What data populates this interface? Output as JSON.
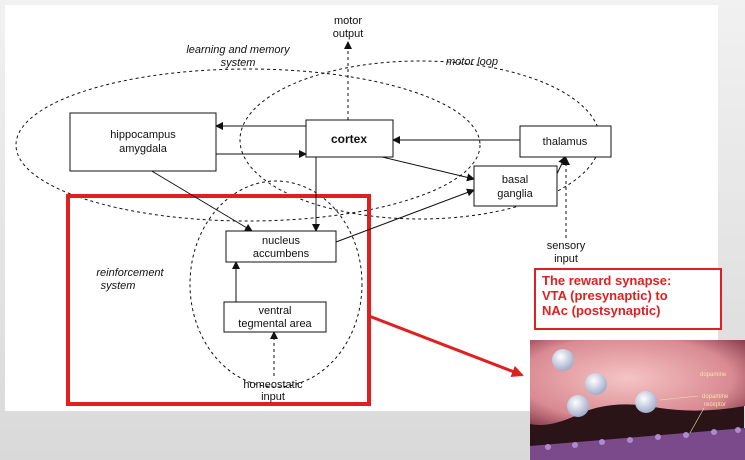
{
  "systems": {
    "learning_memory": [
      "learning and memory",
      "system"
    ],
    "motor_loop": "motor loop",
    "reinforcement": [
      "reinforcement",
      "system"
    ]
  },
  "nodes": {
    "hippocampus": [
      "hippocampus",
      "amygdala"
    ],
    "cortex": "cortex",
    "thalamus": "thalamus",
    "basal_ganglia": [
      "basal",
      "ganglia"
    ],
    "nucleus_accumbens": [
      "nucleus",
      "accumbens"
    ],
    "vta": [
      "ventral",
      "tegmental area"
    ]
  },
  "io": {
    "motor_output": [
      "motor",
      "output"
    ],
    "sensory_input": [
      "sensory",
      "input"
    ],
    "homeostatic_input": [
      "homeostatic",
      "input"
    ]
  },
  "callout": {
    "title": "The reward synapse:",
    "line2": "VTA (presynaptic) to",
    "line3": "NAc (postsynaptic)"
  },
  "synapse_image": {
    "label_dopamine": "dopamine",
    "label_receptor": [
      "dopamine",
      "receptor"
    ]
  },
  "colors": {
    "highlight": "#e02020",
    "synapse_background": "#2a1418",
    "terminal": "#e7a0a0"
  }
}
